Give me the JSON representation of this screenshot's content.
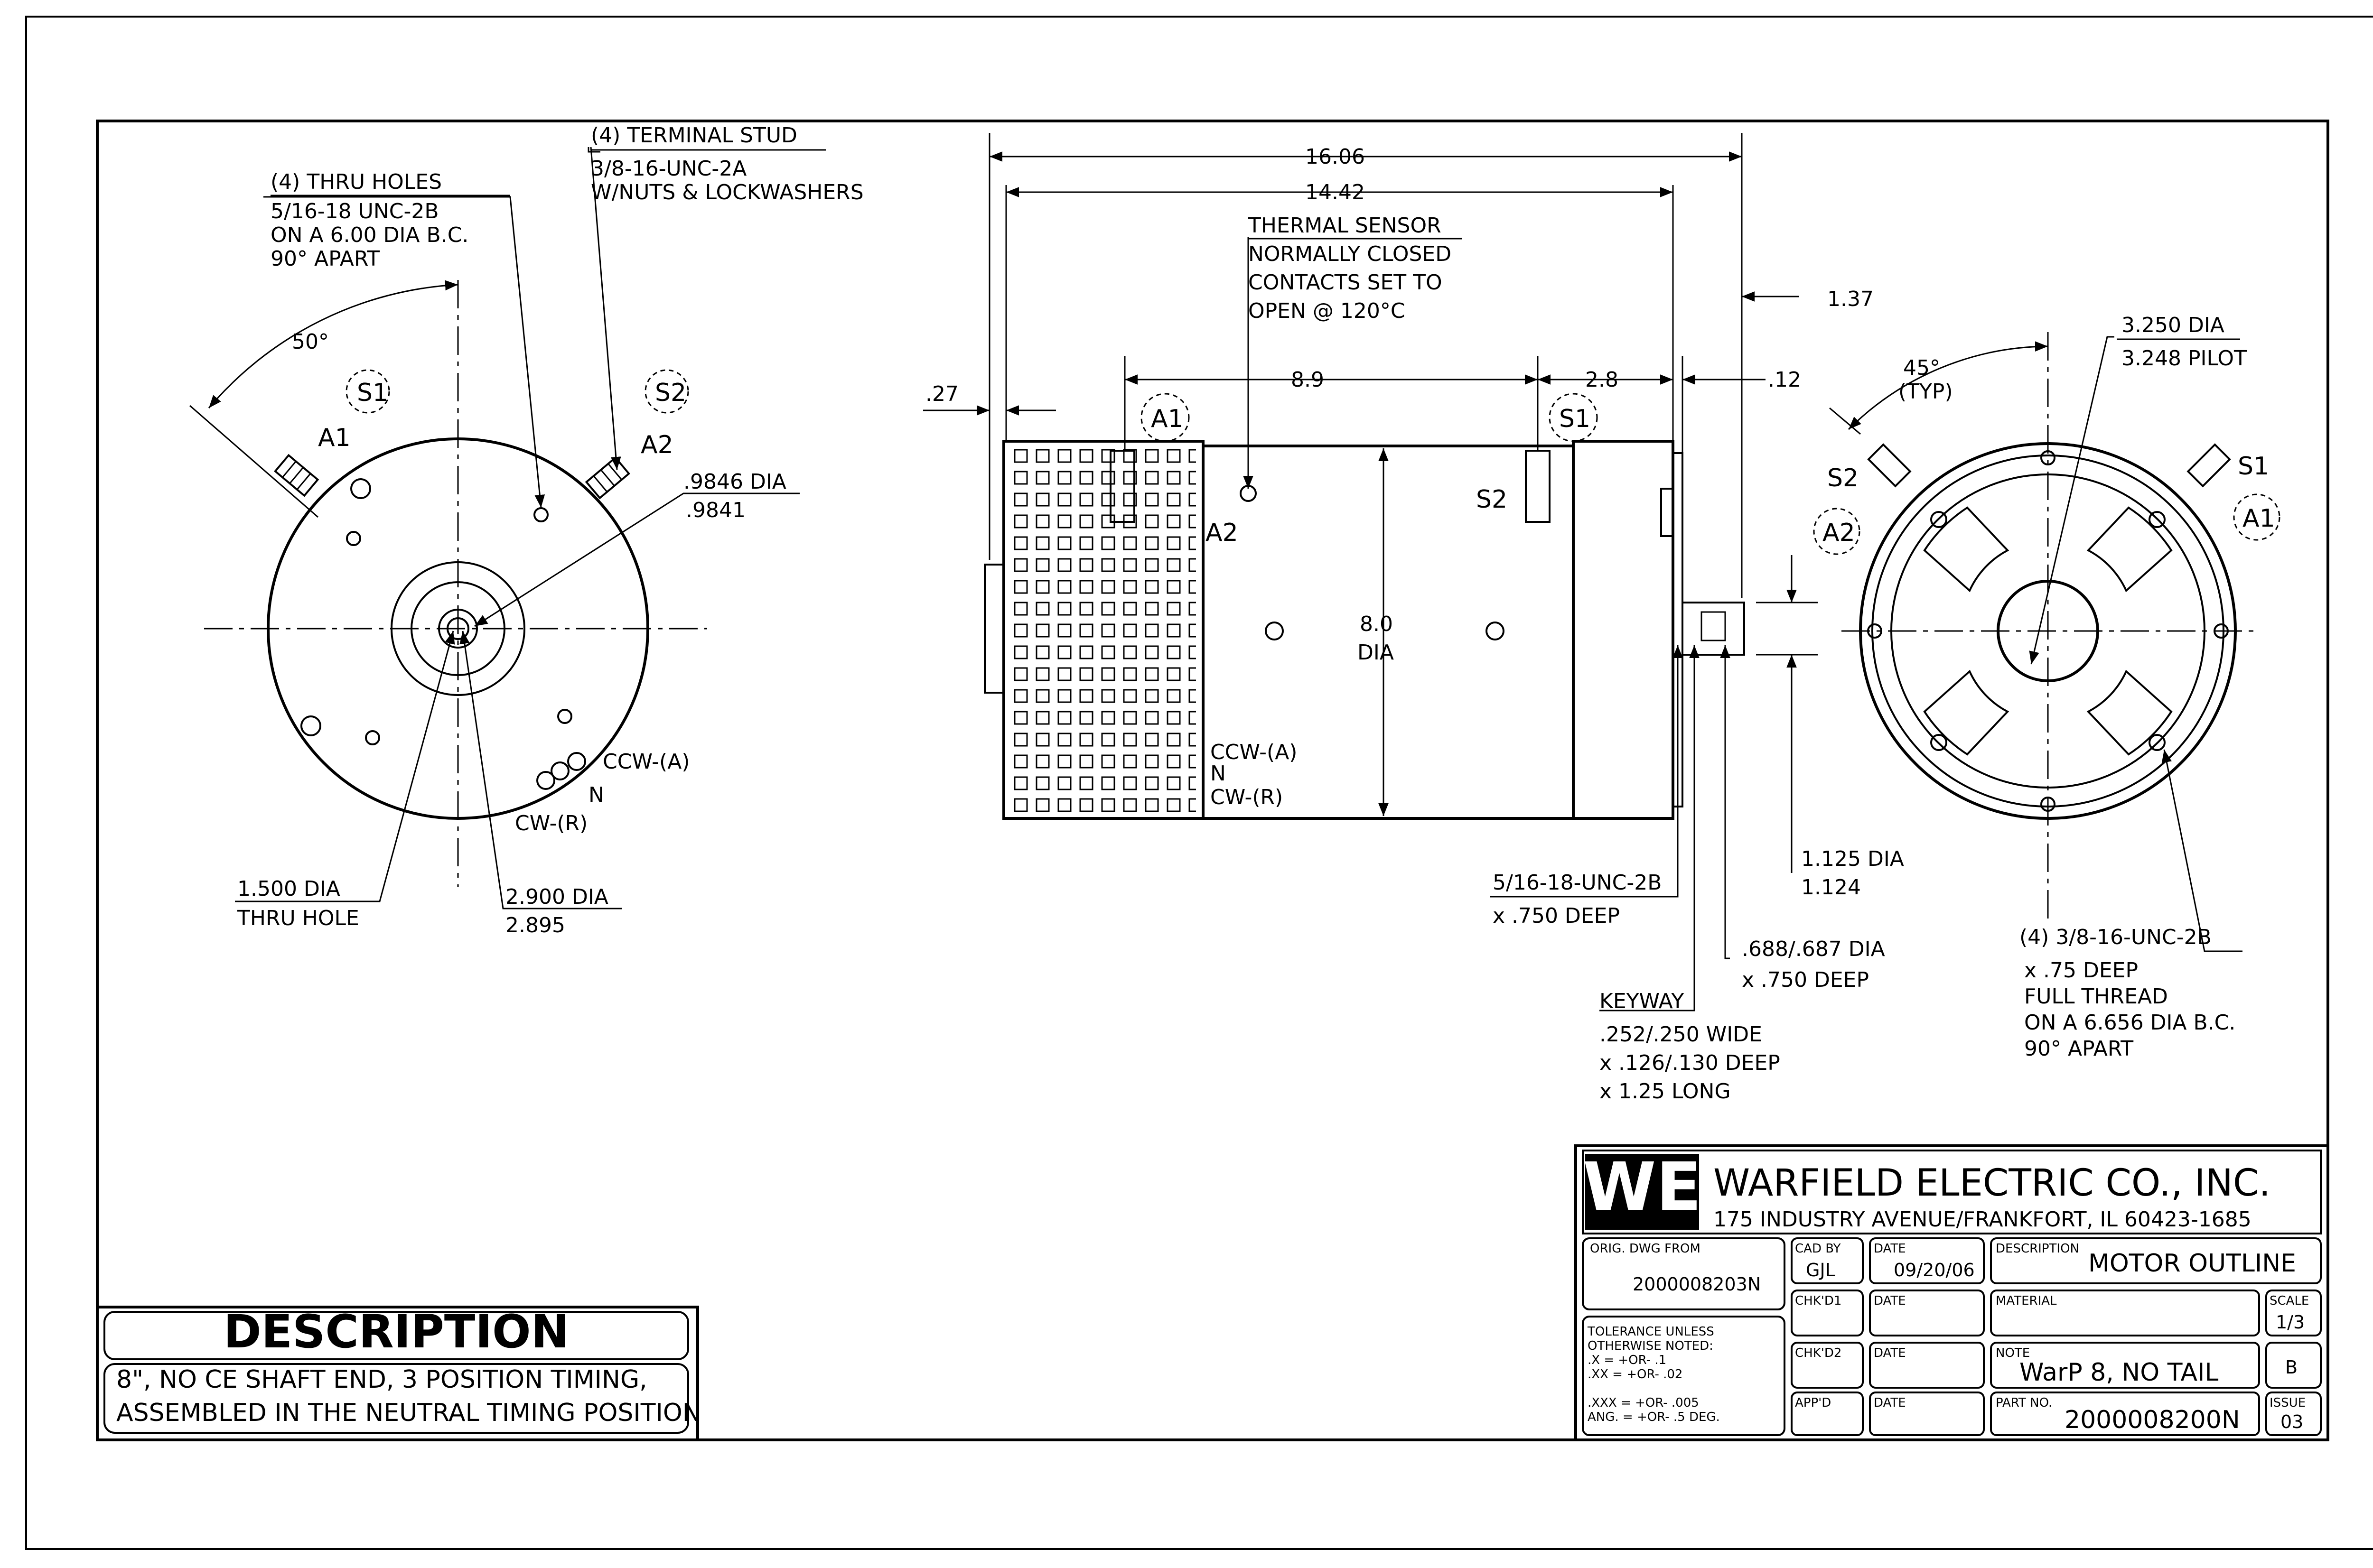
{
  "left_view": {
    "thru_holes_label": "(4) THRU HOLES",
    "thru_holes_line1": "5/16-18 UNC-2B",
    "thru_holes_line2": "ON A 6.00 DIA B.C.",
    "thru_holes_line3": "90° APART",
    "terminal_stud_label": "(4) TERMINAL STUD",
    "terminal_stud_line1": "3/8-16-UNC-2A",
    "terminal_stud_line2": "W/NUTS & LOCKWASHERS",
    "angle": "50°",
    "s1": "S1",
    "s2": "S2",
    "a1": "A1",
    "a2": "A2",
    "pilot_dia_1": ".9846 DIA",
    "pilot_dia_2": ".9841",
    "ccw": "CCW-(A)",
    "n": "N",
    "cw": "CW-(R)",
    "thru_hole_dia_1": "1.500 DIA",
    "thru_hole_dia_2": "THRU HOLE",
    "bore_dia_1": "2.900 DIA",
    "bore_dia_2": "2.895"
  },
  "side_view": {
    "dim_overall": "16.06",
    "dim_body": "14.42",
    "dim_137": "1.37",
    "dim_27": ".27",
    "dim_89": "8.9",
    "dim_28": "2.8",
    "dim_12": ".12",
    "thermal_1": "THERMAL SENSOR",
    "thermal_2": "NORMALLY CLOSED",
    "thermal_3": "CONTACTS SET TO",
    "thermal_4": "OPEN @ 120°C",
    "a1": "A1",
    "s1": "S1",
    "a2": "A2",
    "s2": "S2",
    "dia_1": "8.0",
    "dia_2": "DIA",
    "ccw": "CCW-(A)",
    "n": "N",
    "cw": "CW-(R)",
    "shaft_dia_1": "1.125 DIA",
    "shaft_dia_2": "1.124",
    "tap_1": "5/16-18-UNC-2B",
    "tap_2": "x .750 DEEP",
    "tap2_1": ".688/.687 DIA",
    "tap2_2": "x .750 DEEP",
    "keyway_title": "KEYWAY",
    "keyway_1": ".252/.250 WIDE",
    "keyway_2": "x .126/.130 DEEP",
    "keyway_3": "x 1.25 LONG"
  },
  "right_view": {
    "angle_1": "45°",
    "angle_2": "(TYP)",
    "pilot_1": "3.250 DIA",
    "pilot_2": "3.248 PILOT",
    "s2": "S2",
    "s1": "S1",
    "a2": "A2",
    "a1": "A1",
    "holes_1": "(4) 3/8-16-UNC-2B",
    "holes_2": "x .75 DEEP",
    "holes_3": "FULL THREAD",
    "holes_4": "ON A 6.656 DIA B.C.",
    "holes_5": "90° APART"
  },
  "description": {
    "title": "DESCRIPTION",
    "line1": "8\", NO CE SHAFT END, 3 POSITION TIMING,",
    "line2": "ASSEMBLED IN THE NEUTRAL TIMING POSITION"
  },
  "title_block": {
    "logo_text": "WE",
    "company": "WARFIELD ELECTRIC CO., INC.",
    "address": "175 INDUSTRY AVENUE/FRANKFORT, IL 60423-1685",
    "orig_dwg_label": "ORIG. DWG FROM",
    "orig_dwg_value": "2000008203N",
    "cad_by_label": "CAD BY",
    "cad_by_value": "GJL",
    "date_label": "DATE",
    "date_value": "09/20/06",
    "description_label": "DESCRIPTION",
    "description_value": "MOTOR OUTLINE",
    "chkd1_label": "CHK'D1",
    "material_label": "MATERIAL",
    "scale_label": "SCALE",
    "scale_value": "1/3",
    "tolerance_1": "TOLERANCE UNLESS",
    "tolerance_2": "OTHERWISE NOTED:",
    "tolerance_3": ".X    = +OR- .1",
    "tolerance_4": ".XX   = +OR- .02",
    "tolerance_5": ".XXX  = +OR- .005",
    "tolerance_6": "ANG. = +OR- .5 DEG.",
    "chkd2_label": "CHK'D2",
    "note_label": "NOTE",
    "note_value": "WarP 8, NO TAIL",
    "size_value": "B",
    "appd_label": "APP'D",
    "part_no_label": "PART NO.",
    "part_no_value": "2000008200N",
    "issue_label": "ISSUE",
    "issue_value": "03"
  }
}
